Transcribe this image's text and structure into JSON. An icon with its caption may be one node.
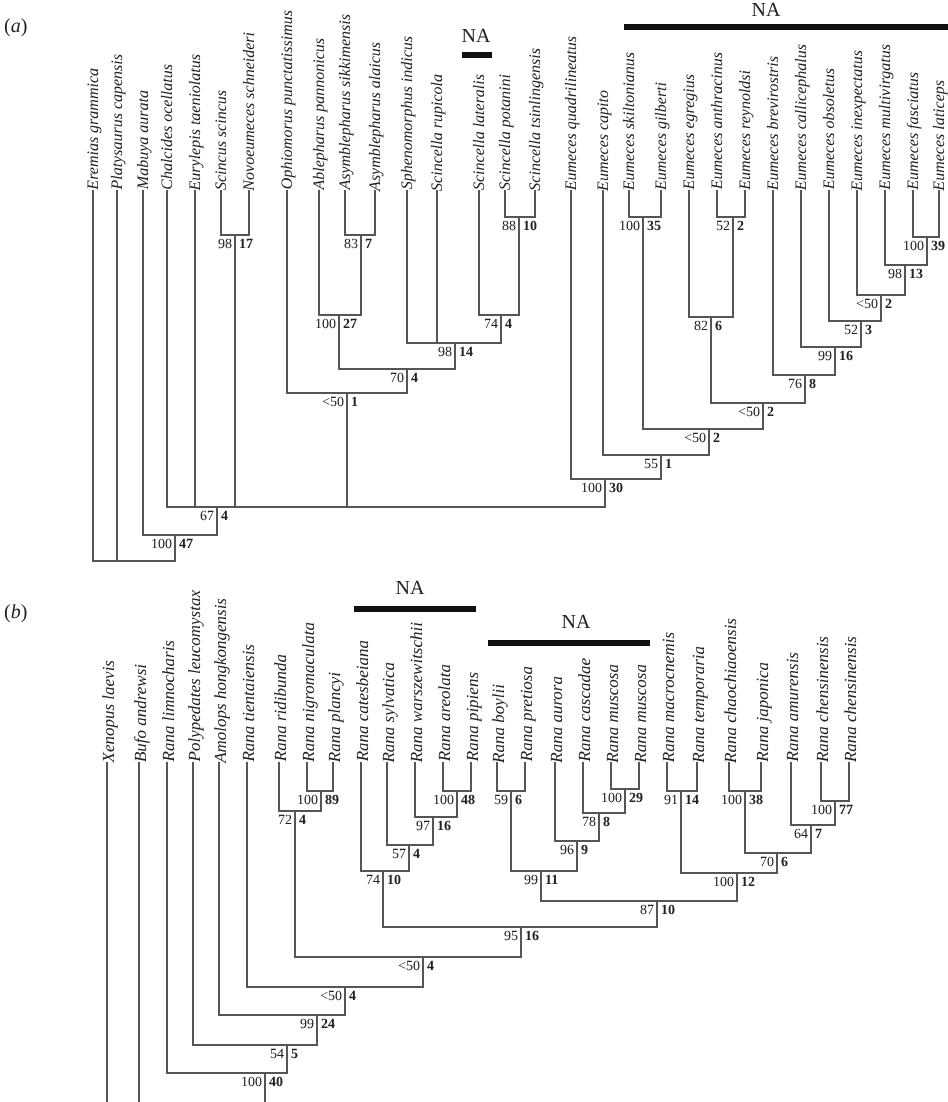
{
  "diagram": {
    "nodes": [
      {
        "text": [
          "Eremias grammica"
        ]
      },
      {
        "text": [
          "Platysaurus capensis"
        ]
      },
      {
        "text": [
          "Mabuya aurata"
        ]
      },
      {
        "text": [
          "Chalcides ocellatus"
        ]
      },
      {
        "text": [
          "Eurylepis taeniolatus"
        ]
      },
      {
        "text": [
          "Scincus scincus"
        ]
      },
      {
        "text": [
          "Novoeumeces schneideri"
        ]
      },
      {
        "text": [
          "Ophiomorus punctatissimus"
        ]
      },
      {
        "text": [
          "Ablepharus pannonicus"
        ]
      },
      {
        "text": [
          "Asymblepharus sikkimensis"
        ]
      },
      {
        "text": [
          "Asymblepharus alaicus"
        ]
      },
      {
        "text": [
          "Sphenomorphus indicus"
        ]
      },
      {
        "text": [
          "Scincella rupicola"
        ]
      },
      {
        "text": [
          "Scincella lateralis"
        ]
      },
      {
        "text": [
          "Scincella potanini"
        ]
      },
      {
        "text": [
          "Scincella tsinlingensis"
        ]
      },
      {
        "text": [
          "Eumeces quadrilineatus"
        ]
      },
      {
        "text": [
          "Eumeces capito"
        ]
      },
      {
        "text": [
          "Eumeces skiltonianus"
        ]
      },
      {
        "text": [
          "Eumeces gilberti"
        ]
      },
      {
        "text": [
          "Eumeces egregius"
        ]
      },
      {
        "text": [
          "Eumeces anthracinus"
        ]
      },
      {
        "text": [
          "Eumeces reynoldsi"
        ]
      },
      {
        "text": [
          "Eumeces brevirostris"
        ]
      },
      {
        "text": [
          "Eumeces callicephalus"
        ]
      },
      {
        "text": [
          "Eumeces obsoletus"
        ]
      },
      {
        "text": [
          "Eumeces inexpectatus"
        ]
      },
      {
        "text": [
          "Eumeces multivirgatus"
        ]
      },
      {
        "text": [
          "Eumeces fasciatus"
        ]
      },
      {
        "text": [
          "Eumeces laticeps"
        ]
      },
      {
        "text": [],
        "shape": "bar",
        "beside": [
          "88",
          "10"
        ]
      },
      {
        "text": [],
        "shape": "bar",
        "beside": [
          "100",
          "35"
        ]
      },
      {
        "text": [],
        "shape": "bar",
        "beside": [
          "52",
          "2"
        ]
      },
      {
        "text": [],
        "shape": "bar",
        "beside": [
          "98",
          "17"
        ]
      },
      {
        "text": [],
        "shape": "bar",
        "beside": [
          "83",
          "7"
        ]
      },
      {
        "text": [],
        "shape": "bar",
        "beside": [
          "100",
          "39"
        ]
      },
      {
        "text": [],
        "shape": "bar",
        "beside": [
          "98",
          "13"
        ]
      },
      {
        "text": [],
        "shape": "bar",
        "beside": [
          "<50",
          "2"
        ]
      },
      {
        "text": [],
        "shape": "bar",
        "beside": [
          "100",
          "27"
        ]
      },
      {
        "text": [],
        "shape": "bar",
        "beside": [
          "74",
          "4"
        ]
      },
      {
        "text": [],
        "shape": "bar",
        "beside": [
          "82",
          "6"
        ]
      },
      {
        "text": [],
        "shape": "bar",
        "beside": [
          "52",
          "3"
        ]
      },
      {
        "text": [],
        "shape": "bar",
        "beside": [
          "98",
          "14"
        ]
      },
      {
        "text": [],
        "shape": "bar",
        "beside": [
          "99",
          "16"
        ]
      },
      {
        "text": [],
        "shape": "bar",
        "beside": [
          "70",
          "4"
        ]
      },
      {
        "text": [],
        "shape": "bar",
        "beside": [
          "76",
          "8"
        ]
      },
      {
        "text": [],
        "shape": "bar",
        "beside": [
          "<50",
          "1"
        ]
      },
      {
        "text": [],
        "shape": "bar",
        "beside": [
          "<50",
          "2"
        ]
      },
      {
        "text": [],
        "shape": "bar",
        "beside": [
          "<50",
          "2"
        ]
      },
      {
        "text": [],
        "shape": "bar",
        "beside": [
          "55",
          "1"
        ]
      },
      {
        "text": [],
        "shape": "bar",
        "beside": [
          "100",
          "30"
        ]
      },
      {
        "text": [],
        "shape": "bar",
        "beside": [
          "67",
          "4"
        ]
      },
      {
        "text": [],
        "shape": "bar",
        "beside": [
          "100",
          "47"
        ]
      },
      {
        "text": [],
        "shape": "bar"
      },
      {
        "text": [
          "Xenopus laevis"
        ]
      },
      {
        "text": [
          "Bufo andrewsi"
        ]
      },
      {
        "text": [
          "Rana limnocharis"
        ]
      },
      {
        "text": [
          "Polypedates leucomystax"
        ]
      },
      {
        "text": [
          "Amolops hongkongensis"
        ]
      },
      {
        "text": [
          "Rana tientaiensis"
        ]
      },
      {
        "text": [
          "Rana ridibunda"
        ]
      },
      {
        "text": [
          "Rana nigromaculata"
        ]
      },
      {
        "text": [
          "Rana plancyi"
        ]
      },
      {
        "text": [
          "Rana catesbeiana"
        ]
      },
      {
        "text": [
          "Rana sylvatica"
        ]
      },
      {
        "text": [
          "Rana warszewitschii"
        ]
      },
      {
        "text": [
          "Rana areolata"
        ]
      },
      {
        "text": [
          "Rana pipiens"
        ]
      },
      {
        "text": [
          "Rana boylii"
        ]
      },
      {
        "text": [
          "Rana pretiosa"
        ]
      },
      {
        "text": [
          "Rana aurora"
        ]
      },
      {
        "text": [
          "Rana cascadae"
        ]
      },
      {
        "text": [
          "Rana muscosa"
        ]
      },
      {
        "text": [
          "Rana muscosa"
        ]
      },
      {
        "text": [
          "Rana macrocnemis"
        ]
      },
      {
        "text": [
          "Rana temporaria"
        ]
      },
      {
        "text": [
          "Rana chaochiaoensis"
        ]
      },
      {
        "text": [
          "Rana japonica"
        ]
      },
      {
        "text": [
          "Rana amurensis"
        ]
      },
      {
        "text": [
          "Rana chensinensis"
        ]
      },
      {
        "text": [
          "Rana chensinensis"
        ]
      },
      {
        "text": [],
        "shape": "bar",
        "beside": [
          "100",
          "89"
        ]
      },
      {
        "text": [],
        "shape": "bar",
        "beside": [
          "100",
          "48"
        ]
      },
      {
        "text": [],
        "shape": "bar",
        "beside": [
          "59",
          "6"
        ]
      },
      {
        "text": [],
        "shape": "bar",
        "beside": [
          "100",
          "29"
        ]
      },
      {
        "text": [],
        "shape": "bar",
        "beside": [
          "91",
          "14"
        ]
      },
      {
        "text": [],
        "shape": "bar",
        "beside": [
          "100",
          "38"
        ]
      },
      {
        "text": [],
        "shape": "bar",
        "beside": [
          "100",
          "77"
        ]
      },
      {
        "text": [],
        "shape": "bar",
        "beside": [
          "72",
          "4"
        ]
      },
      {
        "text": [],
        "shape": "bar",
        "beside": [
          "78",
          "8"
        ]
      },
      {
        "text": [],
        "shape": "bar",
        "beside": [
          "97",
          "16"
        ]
      },
      {
        "text": [],
        "shape": "bar",
        "beside": [
          "64",
          "7"
        ]
      },
      {
        "text": [],
        "shape": "bar",
        "beside": [
          "96",
          "9"
        ]
      },
      {
        "text": [],
        "shape": "bar",
        "beside": [
          "57",
          "4"
        ]
      },
      {
        "text": [],
        "shape": "bar",
        "beside": [
          "70",
          "6"
        ]
      },
      {
        "text": [],
        "shape": "bar",
        "beside": [
          "74",
          "10"
        ]
      },
      {
        "text": [],
        "shape": "bar",
        "beside": [
          "99",
          "11"
        ]
      },
      {
        "text": [],
        "shape": "bar",
        "beside": [
          "100",
          "12"
        ]
      },
      {
        "text": [],
        "shape": "bar",
        "beside": [
          "87",
          "10"
        ]
      },
      {
        "text": [],
        "shape": "bar",
        "beside": [
          "95",
          "16"
        ]
      },
      {
        "text": [],
        "shape": "bar",
        "beside": [
          "<50",
          "4"
        ]
      },
      {
        "text": [],
        "shape": "bar",
        "beside": [
          "<50",
          "4"
        ]
      },
      {
        "text": [],
        "shape": "bar",
        "beside": [
          "99",
          "24"
        ]
      },
      {
        "text": [],
        "shape": "bar",
        "beside": [
          "54",
          "5"
        ]
      },
      {
        "text": [],
        "shape": "bar",
        "beside": [
          "100",
          "40"
        ]
      }
    ],
    "edges": [
      {
        "from": 30,
        "to": 14,
        "arrow": "none"
      },
      {
        "from": 30,
        "to": 15,
        "arrow": "none"
      },
      {
        "from": 31,
        "to": 18,
        "arrow": "none"
      },
      {
        "from": 31,
        "to": 19,
        "arrow": "none"
      },
      {
        "from": 32,
        "to": 21,
        "arrow": "none"
      },
      {
        "from": 32,
        "to": 22,
        "arrow": "none"
      },
      {
        "from": 33,
        "to": 5,
        "arrow": "none"
      },
      {
        "from": 33,
        "to": 6,
        "arrow": "none"
      },
      {
        "from": 34,
        "to": 9,
        "arrow": "none"
      },
      {
        "from": 34,
        "to": 10,
        "arrow": "none"
      },
      {
        "from": 35,
        "to": 28,
        "arrow": "none"
      },
      {
        "from": 35,
        "to": 29,
        "arrow": "none"
      },
      {
        "from": 36,
        "to": 27,
        "arrow": "none"
      },
      {
        "from": 36,
        "to": 35,
        "arrow": "none"
      },
      {
        "from": 37,
        "to": 26,
        "arrow": "none"
      },
      {
        "from": 37,
        "to": 36,
        "arrow": "none"
      },
      {
        "from": 38,
        "to": 8,
        "arrow": "none"
      },
      {
        "from": 38,
        "to": 34,
        "arrow": "none"
      },
      {
        "from": 39,
        "to": 13,
        "arrow": "none"
      },
      {
        "from": 39,
        "to": 30,
        "arrow": "none"
      },
      {
        "from": 40,
        "to": 20,
        "arrow": "none"
      },
      {
        "from": 40,
        "to": 32,
        "arrow": "none"
      },
      {
        "from": 41,
        "to": 25,
        "arrow": "none"
      },
      {
        "from": 41,
        "to": 37,
        "arrow": "none"
      },
      {
        "from": 42,
        "to": 11,
        "arrow": "none"
      },
      {
        "from": 42,
        "to": 12,
        "arrow": "none"
      },
      {
        "from": 42,
        "to": 39,
        "arrow": "none"
      },
      {
        "from": 43,
        "to": 24,
        "arrow": "none"
      },
      {
        "from": 43,
        "to": 41,
        "arrow": "none"
      },
      {
        "from": 44,
        "to": 38,
        "arrow": "none"
      },
      {
        "from": 44,
        "to": 42,
        "arrow": "none"
      },
      {
        "from": 45,
        "to": 23,
        "arrow": "none"
      },
      {
        "from": 45,
        "to": 43,
        "arrow": "none"
      },
      {
        "from": 46,
        "to": 7,
        "arrow": "none"
      },
      {
        "from": 46,
        "to": 44,
        "arrow": "none"
      },
      {
        "from": 47,
        "to": 40,
        "arrow": "none"
      },
      {
        "from": 47,
        "to": 45,
        "arrow": "none"
      },
      {
        "from": 48,
        "to": 31,
        "arrow": "none"
      },
      {
        "from": 48,
        "to": 47,
        "arrow": "none"
      },
      {
        "from": 49,
        "to": 17,
        "arrow": "none"
      },
      {
        "from": 49,
        "to": 48,
        "arrow": "none"
      },
      {
        "from": 50,
        "to": 16,
        "arrow": "none"
      },
      {
        "from": 50,
        "to": 49,
        "arrow": "none"
      },
      {
        "from": 51,
        "to": 3,
        "arrow": "none"
      },
      {
        "from": 51,
        "to": 4,
        "arrow": "none"
      },
      {
        "from": 51,
        "to": 33,
        "arrow": "none"
      },
      {
        "from": 51,
        "to": 46,
        "arrow": "none"
      },
      {
        "from": 51,
        "to": 50,
        "arrow": "none"
      },
      {
        "from": 52,
        "to": 2,
        "arrow": "none"
      },
      {
        "from": 52,
        "to": 51,
        "arrow": "none"
      },
      {
        "from": 53,
        "to": 0,
        "arrow": "none"
      },
      {
        "from": 53,
        "to": 1,
        "arrow": "none"
      },
      {
        "from": 53,
        "to": 52,
        "arrow": "none"
      },
      {
        "from": null,
        "to": 54,
        "arrow": "none"
      },
      {
        "from": null,
        "to": 55,
        "arrow": "none"
      },
      {
        "from": 81,
        "to": 61,
        "arrow": "none"
      },
      {
        "from": 81,
        "to": 62,
        "arrow": "none"
      },
      {
        "from": 82,
        "to": 66,
        "arrow": "none"
      },
      {
        "from": 82,
        "to": 67,
        "arrow": "none"
      },
      {
        "from": 83,
        "to": 68,
        "arrow": "none"
      },
      {
        "from": 83,
        "to": 69,
        "arrow": "none"
      },
      {
        "from": 84,
        "to": 72,
        "arrow": "none"
      },
      {
        "from": 84,
        "to": 73,
        "arrow": "none"
      },
      {
        "from": 85,
        "to": 74,
        "arrow": "none"
      },
      {
        "from": 85,
        "to": 75,
        "arrow": "none"
      },
      {
        "from": 86,
        "to": 76,
        "arrow": "none"
      },
      {
        "from": 86,
        "to": 77,
        "arrow": "none"
      },
      {
        "from": 87,
        "to": 79,
        "arrow": "none"
      },
      {
        "from": 87,
        "to": 80,
        "arrow": "none"
      },
      {
        "from": 88,
        "to": 60,
        "arrow": "none"
      },
      {
        "from": 88,
        "to": 81,
        "arrow": "none"
      },
      {
        "from": 89,
        "to": 71,
        "arrow": "none"
      },
      {
        "from": 89,
        "to": 84,
        "arrow": "none"
      },
      {
        "from": 90,
        "to": 65,
        "arrow": "none"
      },
      {
        "from": 90,
        "to": 82,
        "arrow": "none"
      },
      {
        "from": 91,
        "to": 78,
        "arrow": "none"
      },
      {
        "from": 91,
        "to": 87,
        "arrow": "none"
      },
      {
        "from": 92,
        "to": 70,
        "arrow": "none"
      },
      {
        "from": 92,
        "to": 89,
        "arrow": "none"
      },
      {
        "from": 93,
        "to": 64,
        "arrow": "none"
      },
      {
        "from": 93,
        "to": 90,
        "arrow": "none"
      },
      {
        "from": 94,
        "to": 86,
        "arrow": "none"
      },
      {
        "from": 94,
        "to": 91,
        "arrow": "none"
      },
      {
        "from": 95,
        "to": 63,
        "arrow": "none"
      },
      {
        "from": 95,
        "to": 93,
        "arrow": "none"
      },
      {
        "from": 96,
        "to": 83,
        "arrow": "none"
      },
      {
        "from": 96,
        "to": 92,
        "arrow": "none"
      },
      {
        "from": 97,
        "to": 85,
        "arrow": "none"
      },
      {
        "from": 97,
        "to": 94,
        "arrow": "none"
      },
      {
        "from": 98,
        "to": 96,
        "arrow": "none"
      },
      {
        "from": 98,
        "to": 97,
        "arrow": "none"
      },
      {
        "from": 99,
        "to": 95,
        "arrow": "none"
      },
      {
        "from": 99,
        "to": 98,
        "arrow": "none"
      },
      {
        "from": 100,
        "to": 88,
        "arrow": "none"
      },
      {
        "from": 100,
        "to": 99,
        "arrow": "none"
      },
      {
        "from": 101,
        "to": 59,
        "arrow": "none"
      },
      {
        "from": 101,
        "to": 100,
        "arrow": "none"
      },
      {
        "from": 102,
        "to": 58,
        "arrow": "none"
      },
      {
        "from": 102,
        "to": 101,
        "arrow": "none"
      },
      {
        "from": 103,
        "to": 57,
        "arrow": "none"
      },
      {
        "from": 103,
        "to": 102,
        "arrow": "none"
      },
      {
        "from": 104,
        "to": 56,
        "arrow": "none"
      },
      {
        "from": 104,
        "to": 103,
        "arrow": "none"
      },
      {
        "from": null,
        "to": 104,
        "arrow": "none"
      }
    ],
    "labels": [
      "(*a*)",
      "NA",
      "NA",
      "(*b*)",
      "NA",
      "NA"
    ]
  }
}
